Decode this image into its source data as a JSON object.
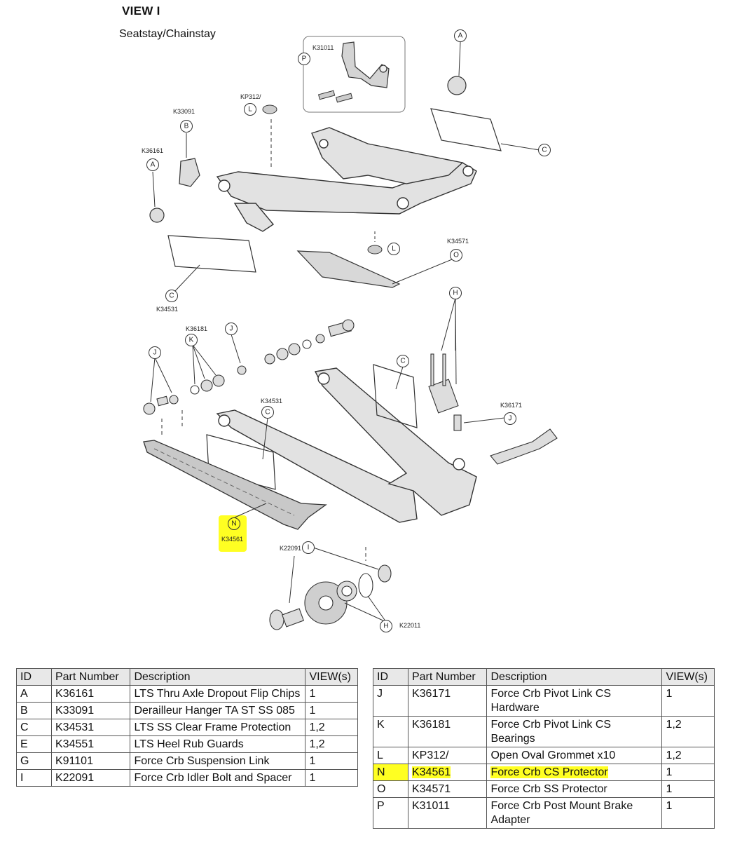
{
  "header": {
    "title": "VIEW I",
    "subtitle": "Seatstay/Chainstay"
  },
  "callouts": {
    "A": "A",
    "B": "B",
    "C": "C",
    "H": "H",
    "I": "I",
    "J": "J",
    "K": "K",
    "L": "L",
    "N": "N",
    "O": "O",
    "P": "P"
  },
  "part_labels": {
    "K31011": "K31011",
    "KP312": "KP312/",
    "K33091": "K33091",
    "K36161": "K36161",
    "K34531_top": "K34531",
    "K34571": "K34571",
    "K36181": "K36181",
    "K34531_mid": "K34531",
    "K36171": "K36171",
    "K34561": "K34561",
    "K22091": "K22091",
    "K22011": "K22011"
  },
  "table_headers": {
    "id": "ID",
    "part": "Part Number",
    "desc": "Description",
    "views": "VIEW(s)"
  },
  "table_left": [
    {
      "id": "A",
      "part": "K36161",
      "desc": "LTS Thru Axle Dropout Flip Chips",
      "views": "1"
    },
    {
      "id": "B",
      "part": "K33091",
      "desc": "Derailleur Hanger TA ST SS 085",
      "views": "1"
    },
    {
      "id": "C",
      "part": "K34531",
      "desc": "LTS SS Clear Frame Protection",
      "views": "1,2"
    },
    {
      "id": "E",
      "part": "K34551",
      "desc": "LTS Heel Rub Guards",
      "views": "1,2"
    },
    {
      "id": "G",
      "part": "K91101",
      "desc": "Force Crb Suspension Link",
      "views": "1"
    },
    {
      "id": "I",
      "part": "K22091",
      "desc": "Force Crb Idler Bolt and Spacer",
      "views": "1"
    }
  ],
  "table_right": [
    {
      "id": "J",
      "part": "K36171",
      "desc": "Force Crb Pivot Link CS Hardware",
      "views": "1"
    },
    {
      "id": "K",
      "part": "K36181",
      "desc": "Force Crb Pivot Link CS Bearings",
      "views": "1,2"
    },
    {
      "id": "L",
      "part": "KP312/",
      "desc": "Open Oval Grommet x10",
      "views": "1,2"
    },
    {
      "id": "N",
      "part": "K34561",
      "desc": "Force Crb CS Protector",
      "views": "1"
    },
    {
      "id": "O",
      "part": "K34571",
      "desc": "Force Crb SS Protector",
      "views": "1"
    },
    {
      "id": "P",
      "part": "K31011",
      "desc": "Force Crb Post Mount Brake Adapter",
      "views": "1"
    }
  ],
  "highlight_color": "#ffff22"
}
